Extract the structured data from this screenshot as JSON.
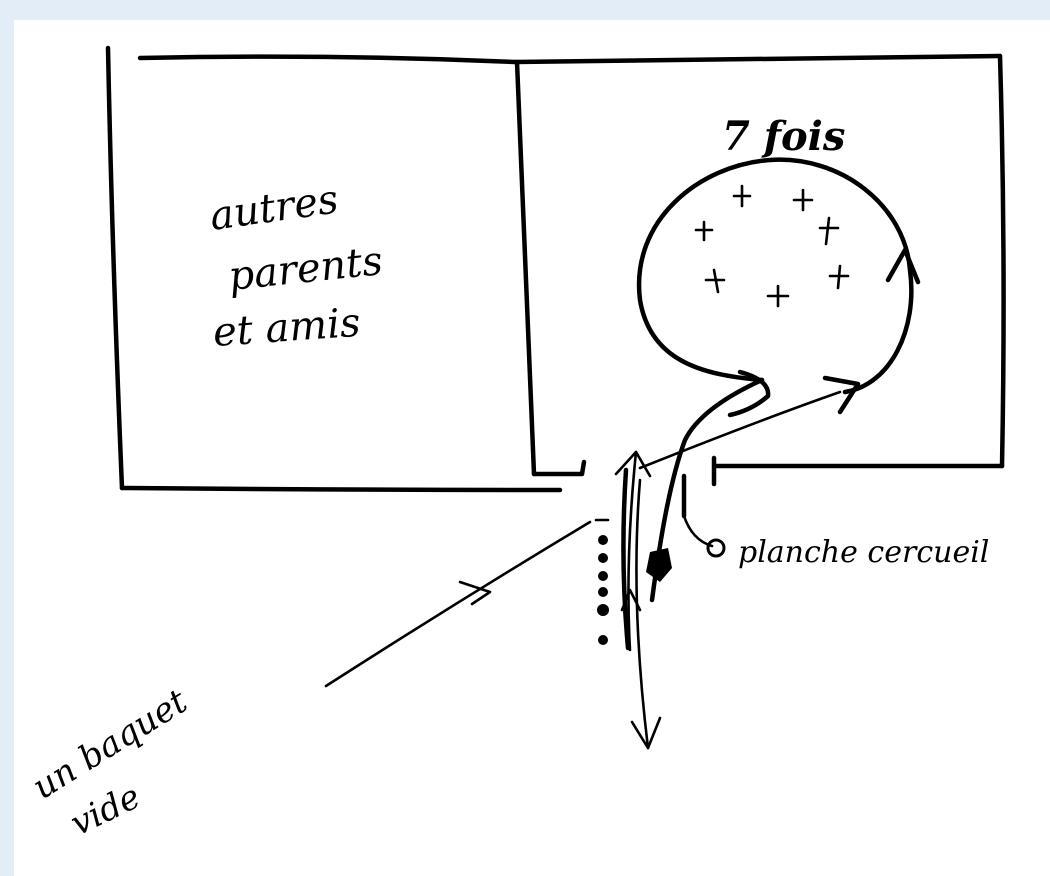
{
  "diagram": {
    "room_left_label_lines": [
      "autres",
      "parents",
      "et amis"
    ],
    "circle_label": "7 fois",
    "board_label": "planche cercueil",
    "tub_label_lines": [
      "un baquet",
      "vide"
    ],
    "circle_marks": [
      "+",
      "+",
      "+",
      "+",
      "+",
      "+",
      "+"
    ]
  }
}
